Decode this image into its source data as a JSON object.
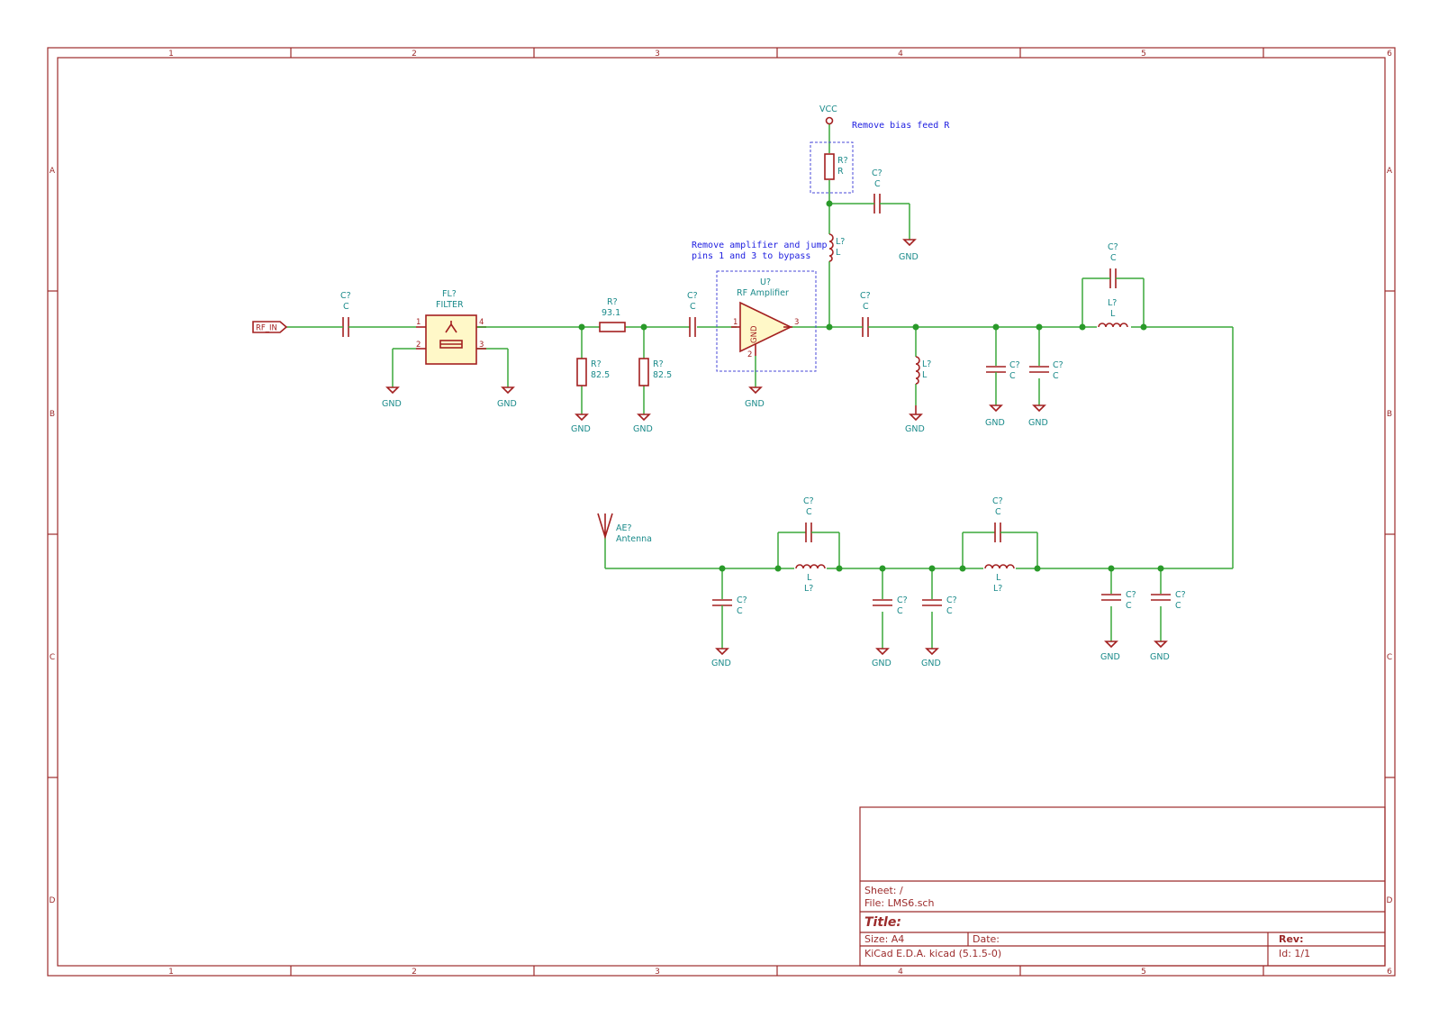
{
  "frame": {
    "col_labels": [
      "1",
      "2",
      "3",
      "4",
      "5",
      "6"
    ],
    "row_labels": [
      "A",
      "B",
      "C",
      "D"
    ]
  },
  "notes": {
    "bias": "Remove bias feed R",
    "amp_line1": "Remove amplifier and jump",
    "amp_line2": "pins 1 and 3 to bypass"
  },
  "components": {
    "rf_in": "RF_IN",
    "vcc": "VCC",
    "gnd": "GND",
    "c_ref": "C?",
    "c_val": "C",
    "l_ref": "L?",
    "l_val": "L",
    "r_ref": "R?",
    "r_val_931": "93.1",
    "r_val_825": "82.5",
    "r_val_r": "R",
    "fl_ref": "FL?",
    "fl_val": "FILTER",
    "u_ref": "U?",
    "u_val": "RF Amplifier",
    "u_gnd": "GND",
    "ae_ref": "AE?",
    "ae_val": "Antenna",
    "pin1": "1",
    "pin2": "2",
    "pin3": "3",
    "pin4": "4"
  },
  "title_block": {
    "sheet": "Sheet: /",
    "file": "File: LMS6.sch",
    "title": "Title:",
    "size": "Size: A4",
    "date": "Date:",
    "rev": "Rev:",
    "kicad": "KiCad E.D.A.  kicad (5.1.5-0)",
    "id": "Id: 1/1"
  }
}
